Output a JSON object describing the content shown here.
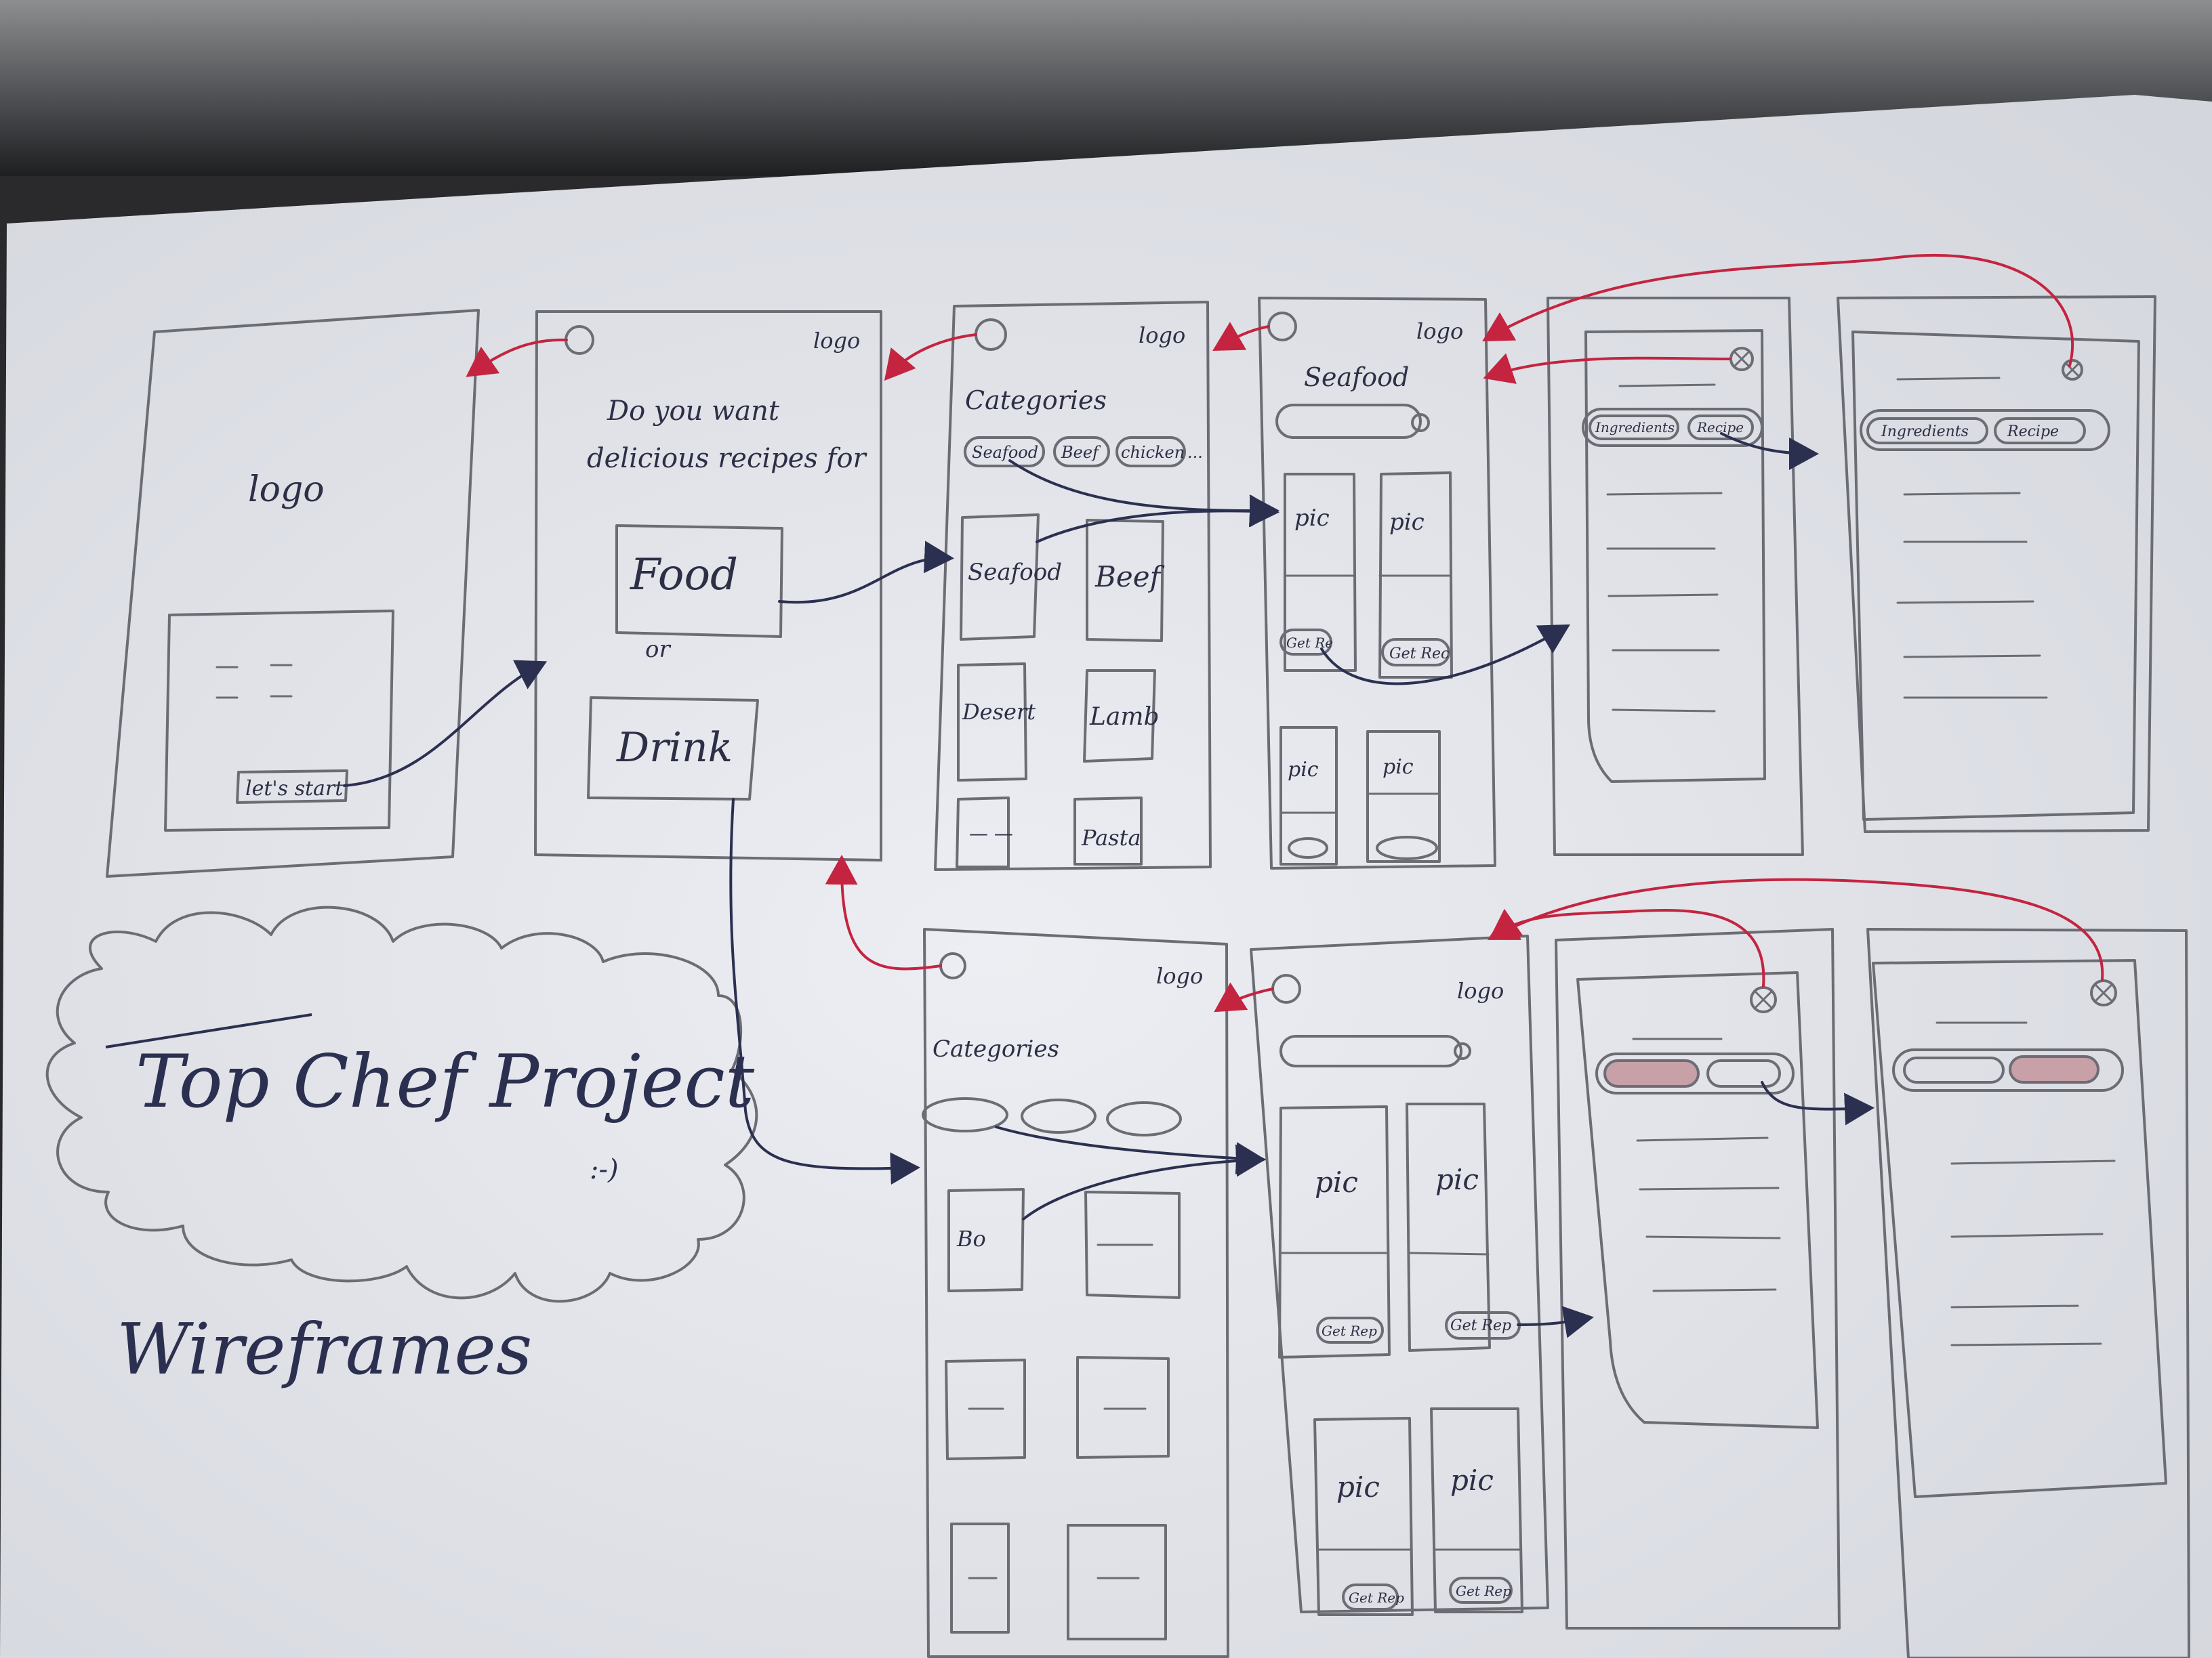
{
  "colors": {
    "paper": "#e4e6ec",
    "pencil": "#6c6d74",
    "ink": "#2c3050",
    "red_ink": "#c42440",
    "desk": "#2a2a2c"
  },
  "title": {
    "project": "Top Chef Project",
    "smiley": ":-)",
    "subtitle": "Wireframes"
  },
  "screens": {
    "splash": {
      "logo": "logo",
      "placeholder_lines": [
        "— —",
        "— —"
      ],
      "start_button": "let's start"
    },
    "choice": {
      "back_icon": "back-arrow-icon",
      "logo": "logo",
      "prompt_line1": "Do you want",
      "prompt_line2": "delicious recipes for",
      "food_button": "Food",
      "or_label": "or",
      "drink_button": "Drink"
    },
    "food_categories": {
      "logo": "logo",
      "heading": "Categories",
      "chips": [
        "Seafood",
        "Beef",
        "chicken",
        "..."
      ],
      "tiles": [
        "Seafood",
        "Beef",
        "Desert",
        "Lamb",
        "— —",
        "Pasta"
      ]
    },
    "seafood_list": {
      "logo": "logo",
      "heading": "Seafood",
      "search_icon": "search-icon",
      "card_pic": "pic",
      "card_button": "Get Re",
      "card_button_2": "Get Rec"
    },
    "recipe_detail": {
      "close_icon": "close-icon",
      "tab_ingredients": "Ingredients",
      "tab_recipe": "Recipe"
    },
    "recipe_detail_alt": {
      "close_icon": "close-icon",
      "tab_ingredients": "Ingredients",
      "tab_recipe": "Recipe"
    },
    "drink_categories": {
      "logo": "logo",
      "heading": "Categories",
      "tile": "Bo"
    },
    "drink_list": {
      "logo": "logo",
      "card_pic": "pic",
      "card_button": "Get Rep"
    }
  }
}
